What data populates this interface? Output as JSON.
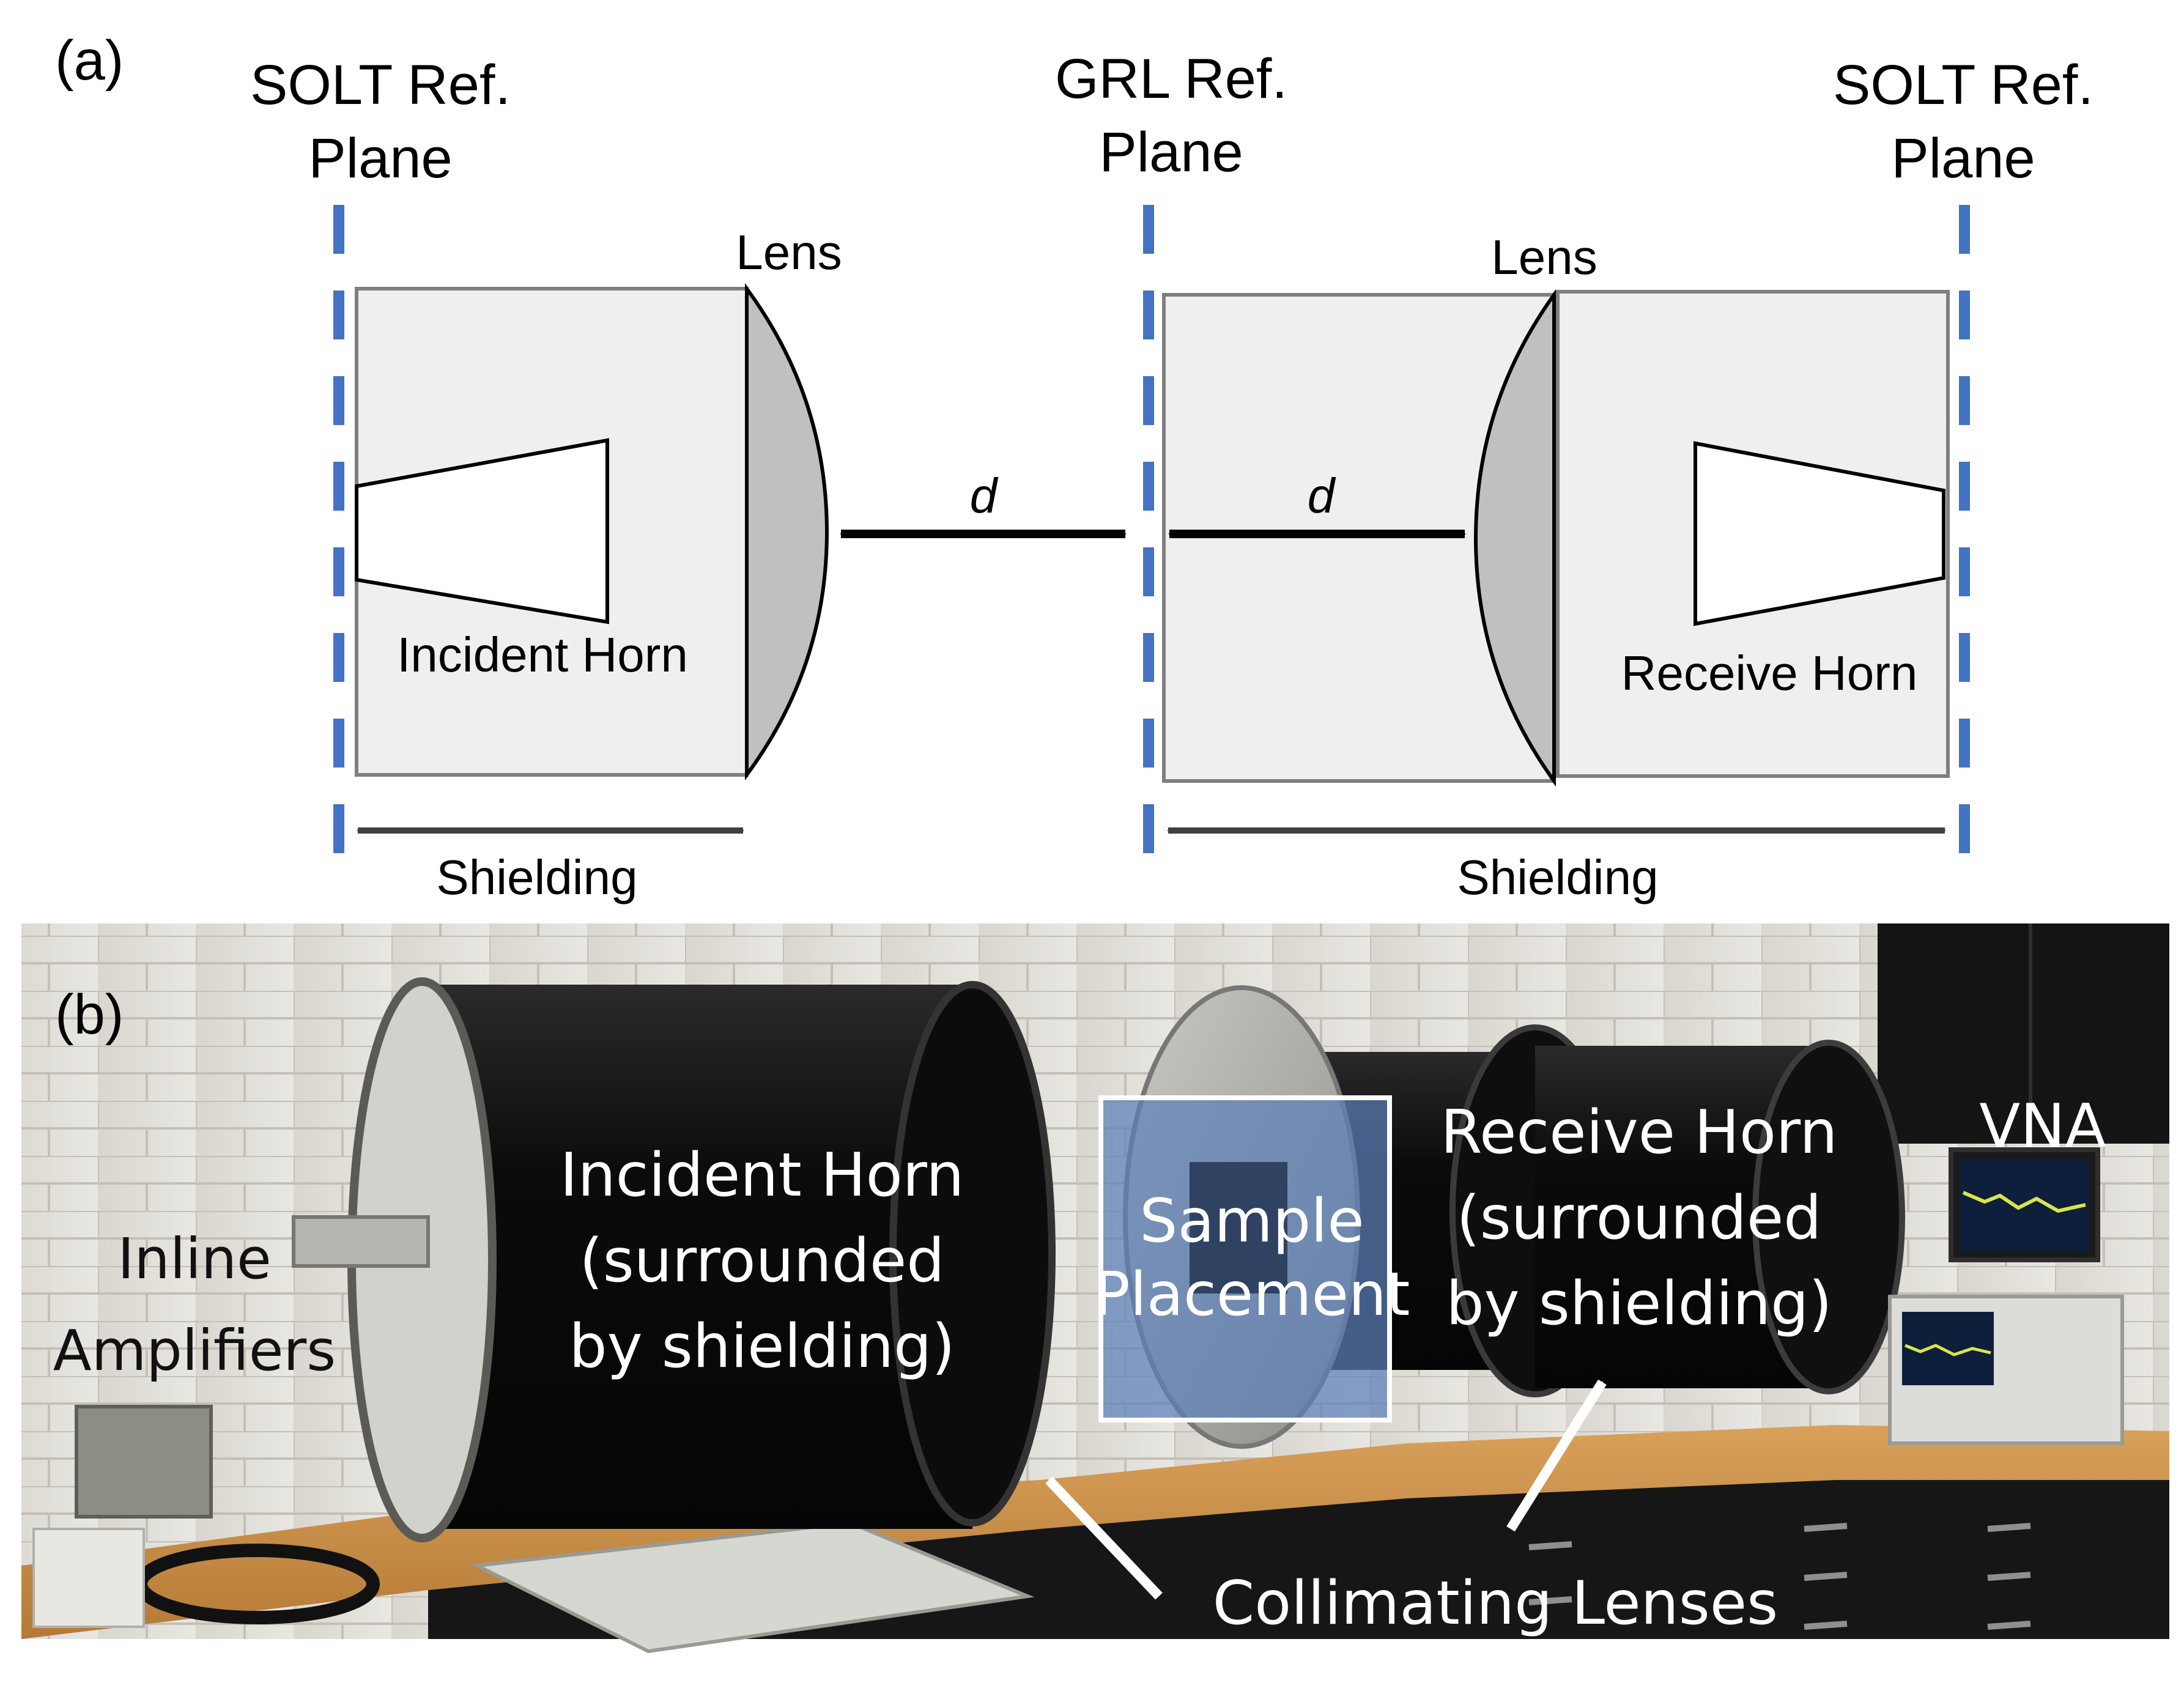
{
  "panel_a": {
    "tag": "(a)",
    "solt_left": [
      "SOLT Ref.",
      "Plane"
    ],
    "grl": [
      "GRL Ref.",
      "Plane"
    ],
    "solt_right": [
      "SOLT Ref.",
      "Plane"
    ],
    "lens_left": "Lens",
    "lens_right": "Lens",
    "incident_horn": "Incident Horn",
    "receive_horn": "Receive Horn",
    "d_left": "d",
    "d_right": "d",
    "shielding_left": "Shielding",
    "shielding_right": "Shielding",
    "colors": {
      "ref_plane": "#4472c4",
      "box_fill": "#efefef",
      "lens_fill": "#c0c0c0"
    }
  },
  "panel_b": {
    "tag": "(b)",
    "inline_amplifiers": [
      "Inline",
      "Amplifiers"
    ],
    "incident_horn": [
      "Incident Horn",
      "(surrounded",
      "by shielding)"
    ],
    "sample_placement": [
      "Sample",
      "Placement"
    ],
    "receive_horn": [
      "Receive Horn",
      "(surrounded",
      "by shielding)"
    ],
    "vna": "VNA",
    "collimating_lenses": "Collimating Lenses"
  }
}
